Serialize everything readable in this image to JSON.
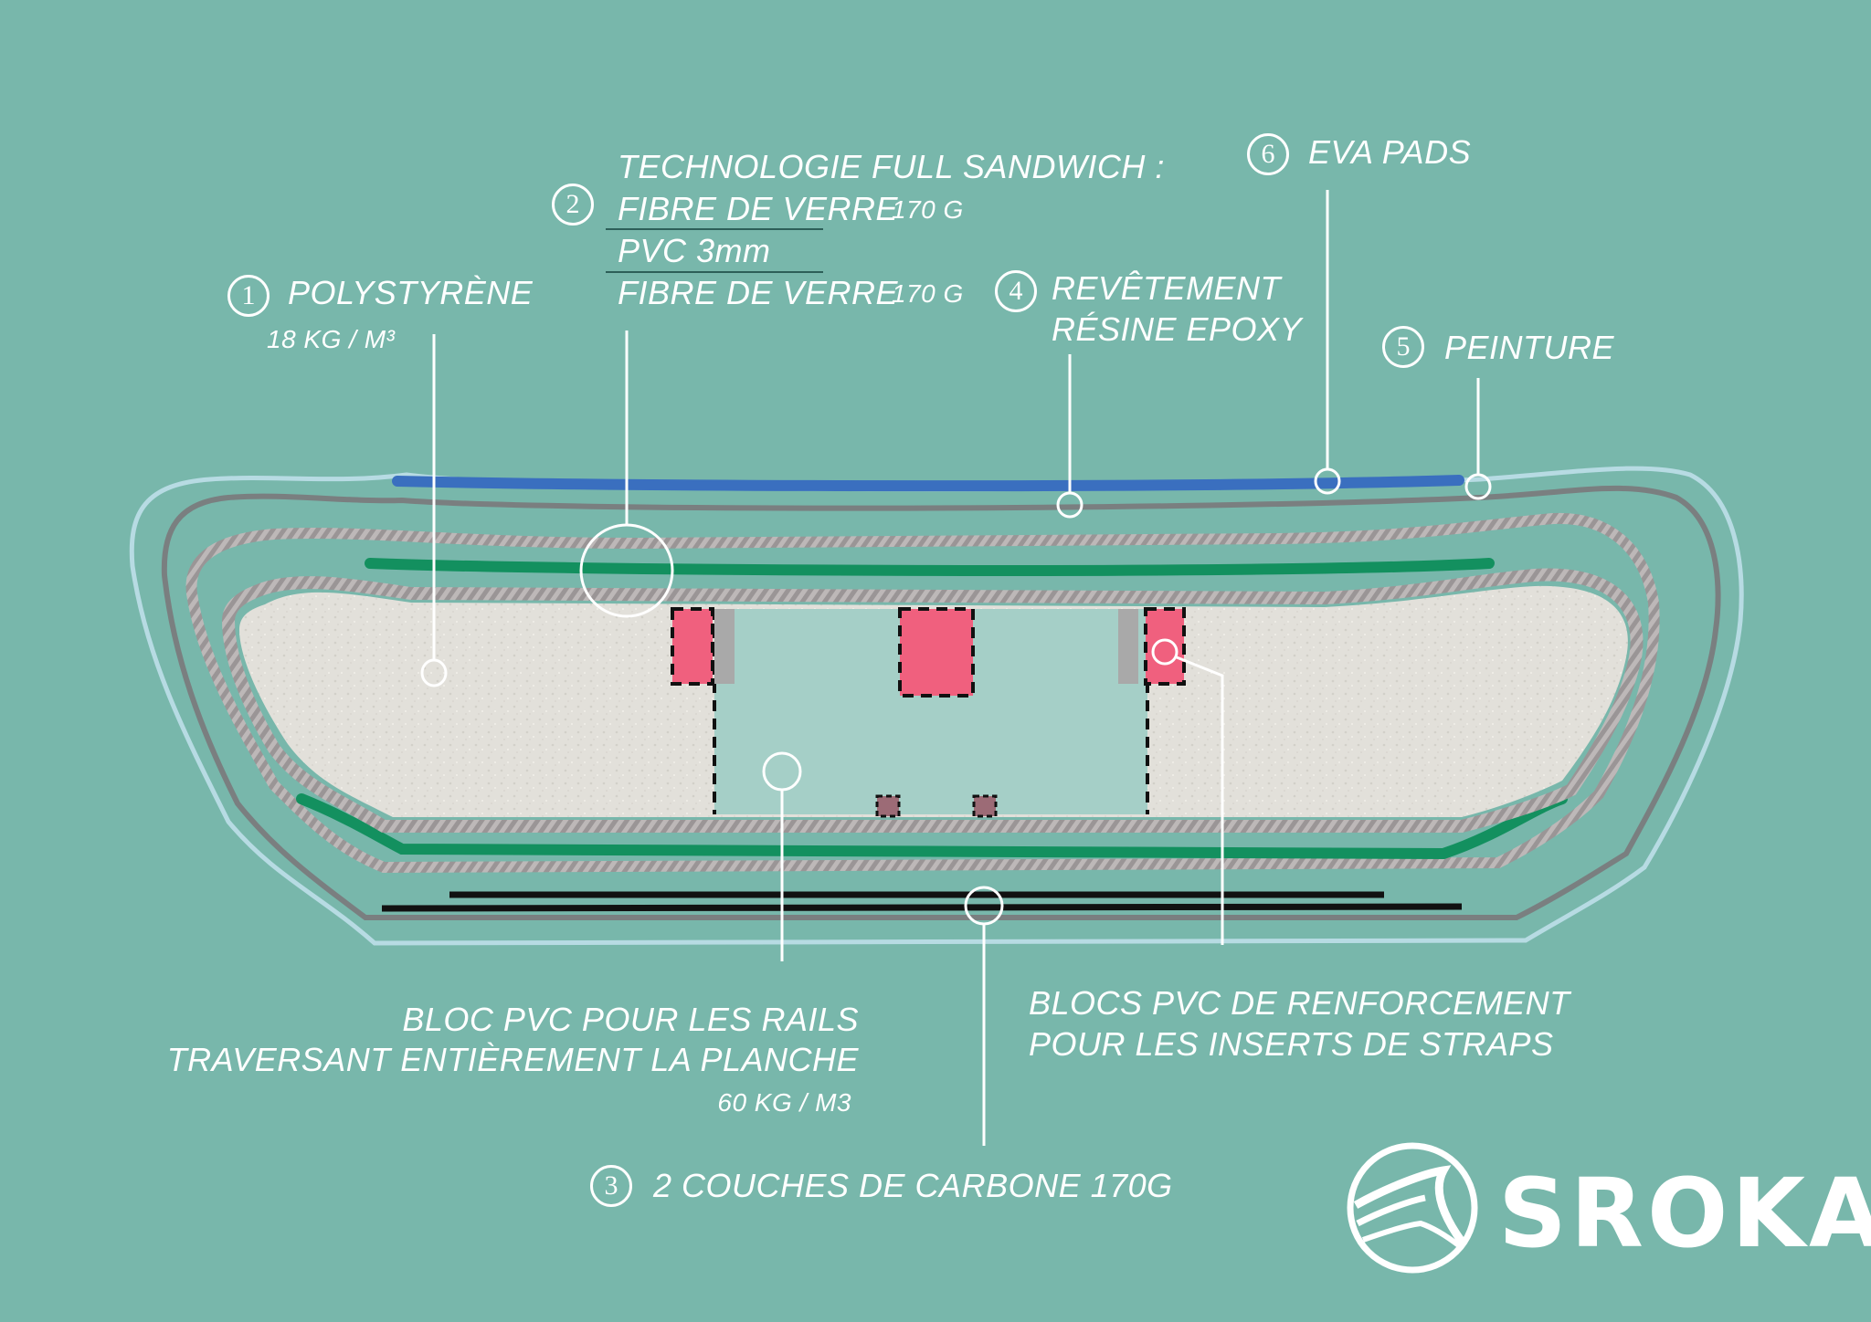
{
  "title": "Coupe de planche - technologie full sandwich",
  "colors": {
    "background": "#78b7ab",
    "eva_pads": "#3a6fbf",
    "paint": "#b7dbe3",
    "epoxy": "#7a7f80",
    "glass_fibre": "#13905f",
    "carbon": "#111111",
    "foam": "#e2e0da",
    "pvc_rail": "#a5cfc7",
    "pvc_insert": "#f0607e",
    "pvc_small": "#9c6b76"
  },
  "labels": {
    "polystyrene": {
      "number": "1",
      "title": "POLYSTYRÈNE",
      "sub": "18 KG / M³"
    },
    "sandwich": {
      "number": "2",
      "title": "TECHNOLOGIE FULL SANDWICH :",
      "layer1": "FIBRE DE VERRE",
      "layer1_weight": "170 G",
      "layer2": "PVC 3mm",
      "layer3": "FIBRE DE VERRE",
      "layer3_weight": "170 G"
    },
    "carbon": {
      "number": "3",
      "title": "2 COUCHES DE  CARBONE 170G"
    },
    "epoxy": {
      "number": "4",
      "line1": "REVÊTEMENT",
      "line2": "RÉSINE EPOXY"
    },
    "paint": {
      "number": "5",
      "title": "PEINTURE"
    },
    "eva": {
      "number": "6",
      "title": "EVA PADS"
    },
    "rail_block": {
      "line1": "BLOC PVC  POUR LES RAILS",
      "line2": "TRAVERSANT ENTIÈREMENT LA PLANCHE",
      "line3": "60 KG / M3"
    },
    "insert_blocks": {
      "line1": "BLOCS PVC DE RENFORCEMENT",
      "line2": "POUR LES INSERTS DE STRAPS"
    }
  },
  "logo": {
    "text": "SROKA"
  }
}
